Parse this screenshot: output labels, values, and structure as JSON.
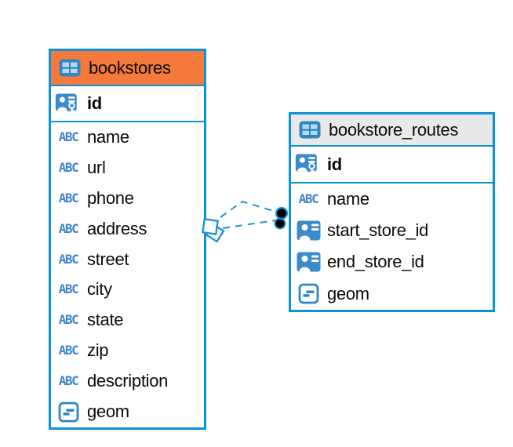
{
  "diagram": {
    "tables": [
      {
        "name": "bookstores",
        "header_color": "#f5793b",
        "primary_key": {
          "label": "id",
          "type": "primary-key"
        },
        "columns": [
          {
            "label": "name",
            "type": "text"
          },
          {
            "label": "url",
            "type": "text"
          },
          {
            "label": "phone",
            "type": "text"
          },
          {
            "label": "address",
            "type": "text"
          },
          {
            "label": "street",
            "type": "text"
          },
          {
            "label": "city",
            "type": "text"
          },
          {
            "label": "state",
            "type": "text"
          },
          {
            "label": "zip",
            "type": "text"
          },
          {
            "label": "description",
            "type": "text"
          },
          {
            "label": "geom",
            "type": "geometry"
          }
        ]
      },
      {
        "name": "bookstore_routes",
        "header_color": "#e9e9e9",
        "primary_key": {
          "label": "id",
          "type": "primary-key"
        },
        "columns": [
          {
            "label": "name",
            "type": "text"
          },
          {
            "label": "start_store_id",
            "type": "foreign-id"
          },
          {
            "label": "end_store_id",
            "type": "foreign-id"
          },
          {
            "label": "geom",
            "type": "geometry"
          }
        ]
      }
    ],
    "relationships": [
      {
        "from_table": "bookstores",
        "to_table": "bookstore_routes",
        "style": "dashed",
        "from_marker": "diamond-stack",
        "to_marker": "dot-stack",
        "count": 2
      }
    ]
  },
  "icons": {
    "text_type_glyph": "ABC"
  },
  "colors": {
    "accent_blue": "#0d93d4",
    "icon_blue": "#3585c6",
    "orange_header": "#f5793b",
    "gray_header": "#e9e9e9",
    "text": "#0b0b0b",
    "marker_fill": "#000000"
  }
}
